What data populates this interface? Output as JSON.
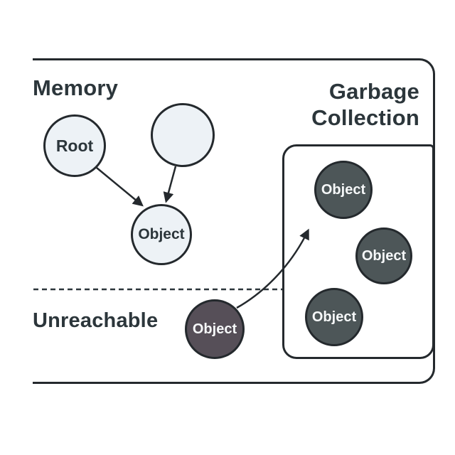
{
  "diagram": {
    "memory_title": "Memory",
    "gc_title": "Garbage Collection",
    "unreachable_label": "Unreachable",
    "nodes": {
      "root": {
        "label": "Root"
      },
      "anonymous": {
        "label": ""
      },
      "live_object": {
        "label": "Object"
      },
      "unreachable_object": {
        "label": "Object"
      },
      "gc_objects": [
        {
          "label": "Object"
        },
        {
          "label": "Object"
        },
        {
          "label": "Object"
        }
      ]
    },
    "colors": {
      "background": "#ffffff",
      "line": "#24292d",
      "light_node_fill": "#edf2f6",
      "dark_node_fill": "#4d5658",
      "unreachable_node_fill": "#564f58",
      "dark_text": "#2c363b",
      "light_text": "#f6f8f9"
    }
  }
}
